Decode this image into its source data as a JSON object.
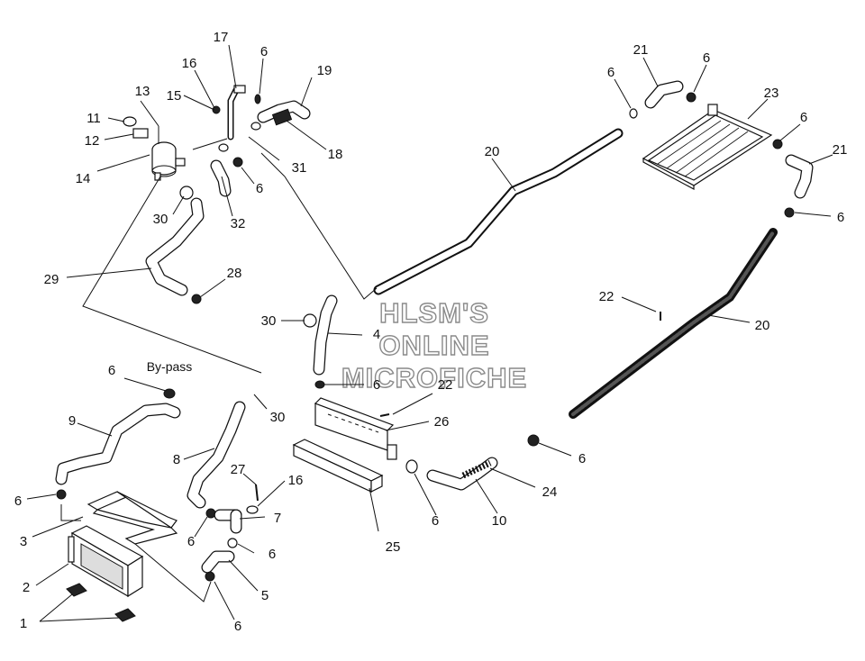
{
  "labels": {
    "p1": "1",
    "p2": "2",
    "p3": "3",
    "p4": "4",
    "p5": "5",
    "p6": "6",
    "p7": "7",
    "p8": "8",
    "p9": "9",
    "p10": "10",
    "p11": "11",
    "p12": "12",
    "p13": "13",
    "p14": "14",
    "p15": "15",
    "p16": "16",
    "p17": "17",
    "p18": "18",
    "p19": "19",
    "p20": "20",
    "p21": "21",
    "p22": "22",
    "p23": "23",
    "p24": "24",
    "p25": "25",
    "p26": "26",
    "p27": "27",
    "p28": "28",
    "p29": "29",
    "p30": "30",
    "p31": "31",
    "p32": "32"
  },
  "annotation": {
    "bypass": "By-pass"
  },
  "watermark": {
    "line1": "HLSM'S",
    "line2": "ONLINE",
    "line3": "MICROFICHE"
  }
}
